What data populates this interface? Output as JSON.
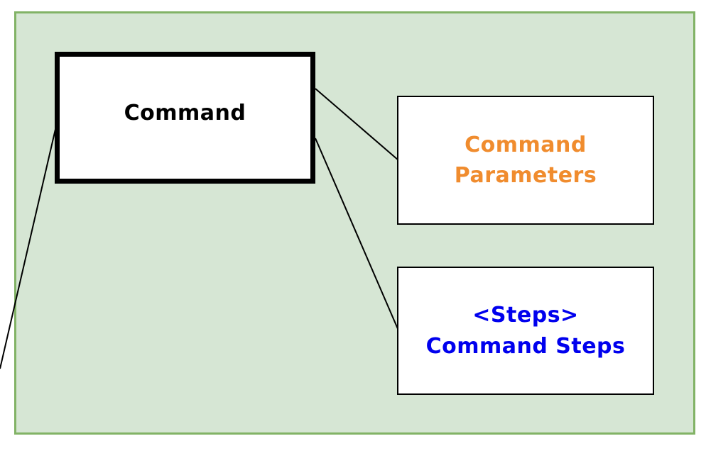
{
  "diagram": {
    "colors": {
      "panel_fill": "#d6e6d4",
      "panel_border": "#82b366",
      "params_text": "#f08c2e",
      "steps_text": "#0000ee"
    },
    "nodes": {
      "command": {
        "label": "Command"
      },
      "parameters": {
        "line1": "Command",
        "line2": "Parameters"
      },
      "steps": {
        "line1": "<Steps>",
        "line2": "Command Steps"
      }
    }
  }
}
